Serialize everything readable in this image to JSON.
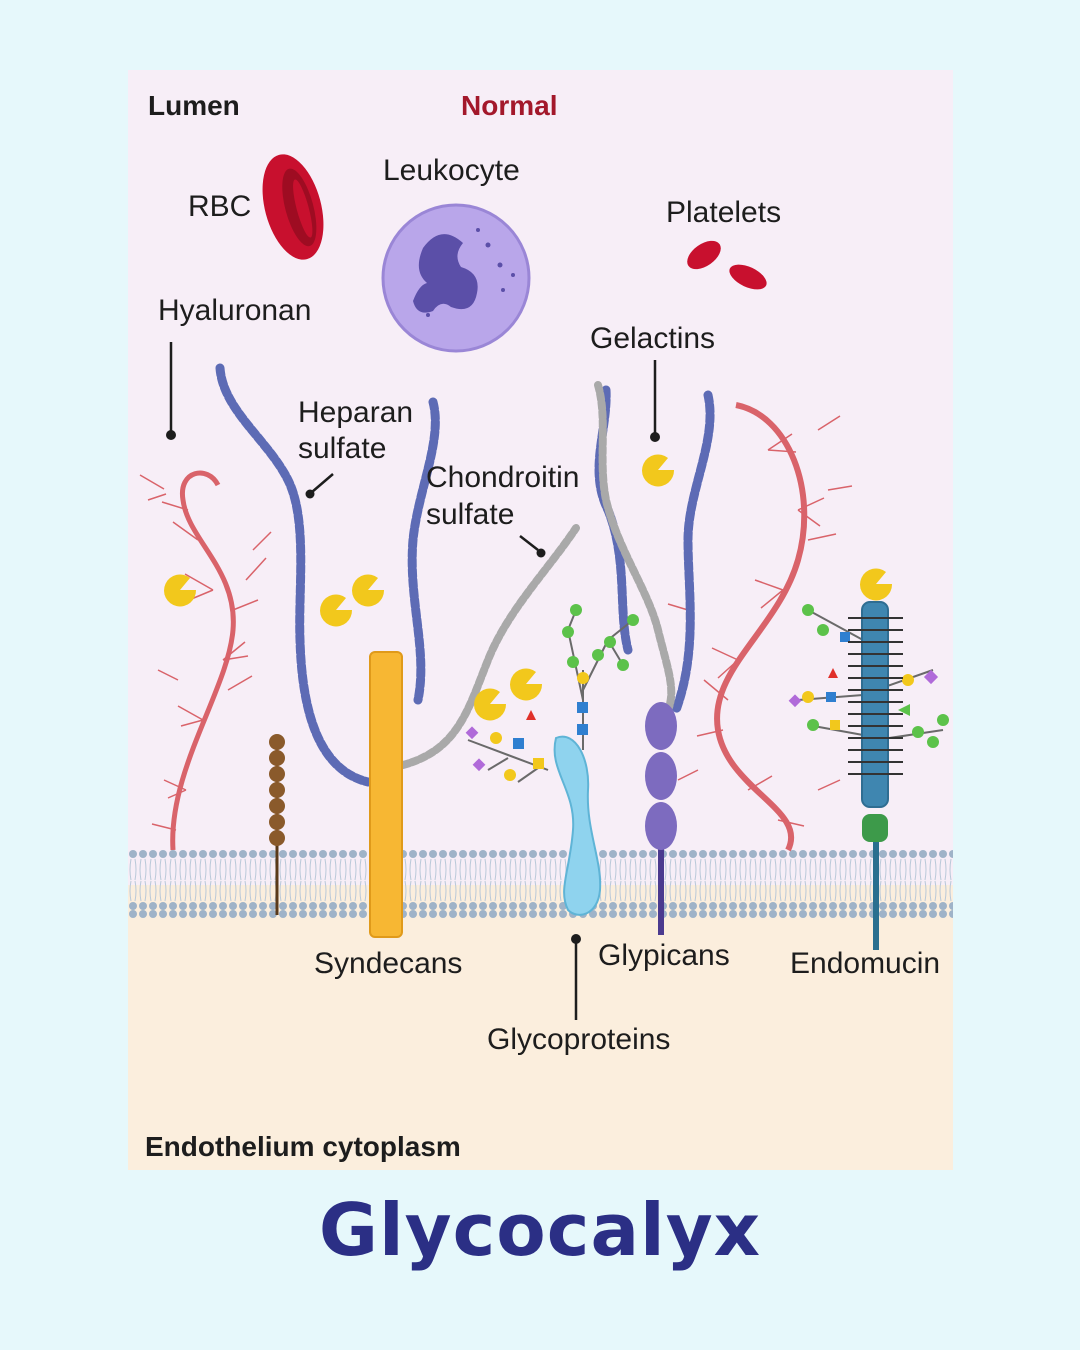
{
  "figure": {
    "heading_left": "Lumen",
    "heading_center": "Normal",
    "heading_bottom": "Endothelium cytoplasm",
    "labels": {
      "rbc": "RBC",
      "leukocyte": "Leukocyte",
      "platelets": "Platelets",
      "hyaluronan": "Hyaluronan",
      "heparan_line1": "Heparan",
      "heparan_line2": "sulfate",
      "chondroitin_line1": "Chondroitin",
      "chondroitin_line2": "sulfate",
      "gelactins": "Gelactins",
      "syndecans": "Syndecans",
      "glypicans": "Glypicans",
      "endomucin": "Endomucin",
      "glycoproteins": "Glycoproteins"
    },
    "colors": {
      "lumen_bg": "#f7eef7",
      "cytoplasm_bg": "#fbeedd",
      "membrane": "#9fb3c8",
      "rbc": "#c8102e",
      "leukocyte": "#b9a6ea",
      "leukocyte_nucleus": "#5b4fa8",
      "hyaluronan": "#d9534f",
      "heparan": "#5d6bb5",
      "chondroitin": "#a9a9a9",
      "galectin": "#f2c81c",
      "syndecan": "#f7b733",
      "glycoprotein": "#8fd3ee",
      "glypican": "#7d6bbf",
      "endomucin": "#3f86b0",
      "title_text": "#2b2f85",
      "normal_text": "#a3182b"
    }
  },
  "banner": {
    "title": "Glycocalyx"
  }
}
